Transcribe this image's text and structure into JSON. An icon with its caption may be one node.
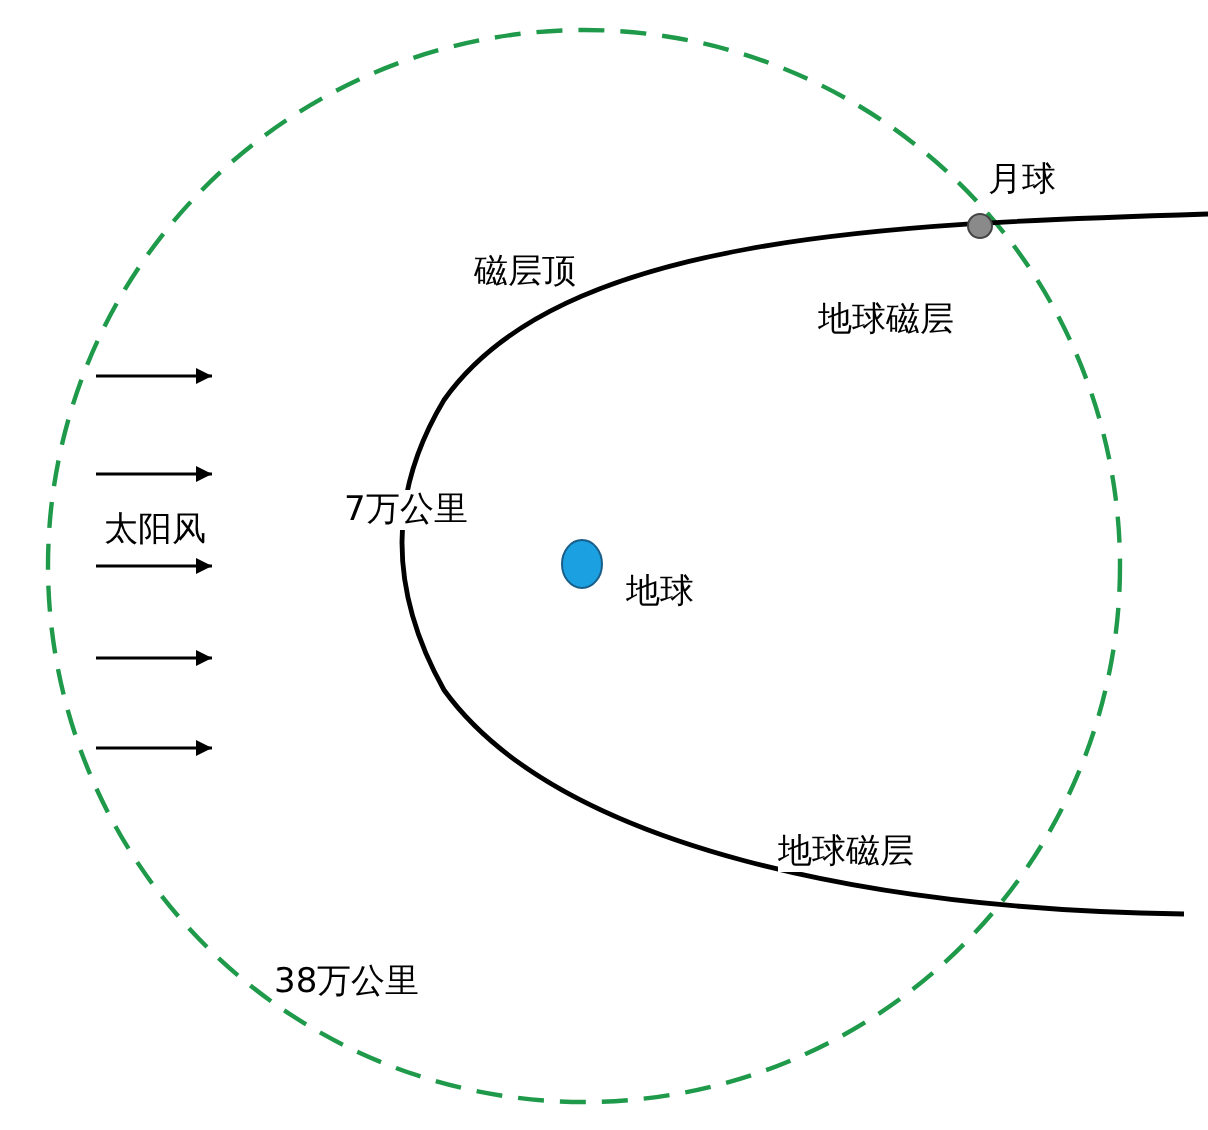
{
  "diagram": {
    "nodes": [
      {
        "text": [],
        "shape": "circle",
        "beside": [
          "地球"
        ]
      },
      {
        "text": [],
        "shape": "circle",
        "beside": [
          "月球"
        ]
      }
    ],
    "labels": [
      "磁层顶",
      "地球磁层",
      "太阳风",
      "7万公里",
      "地球磁层",
      "38万公里"
    ]
  }
}
